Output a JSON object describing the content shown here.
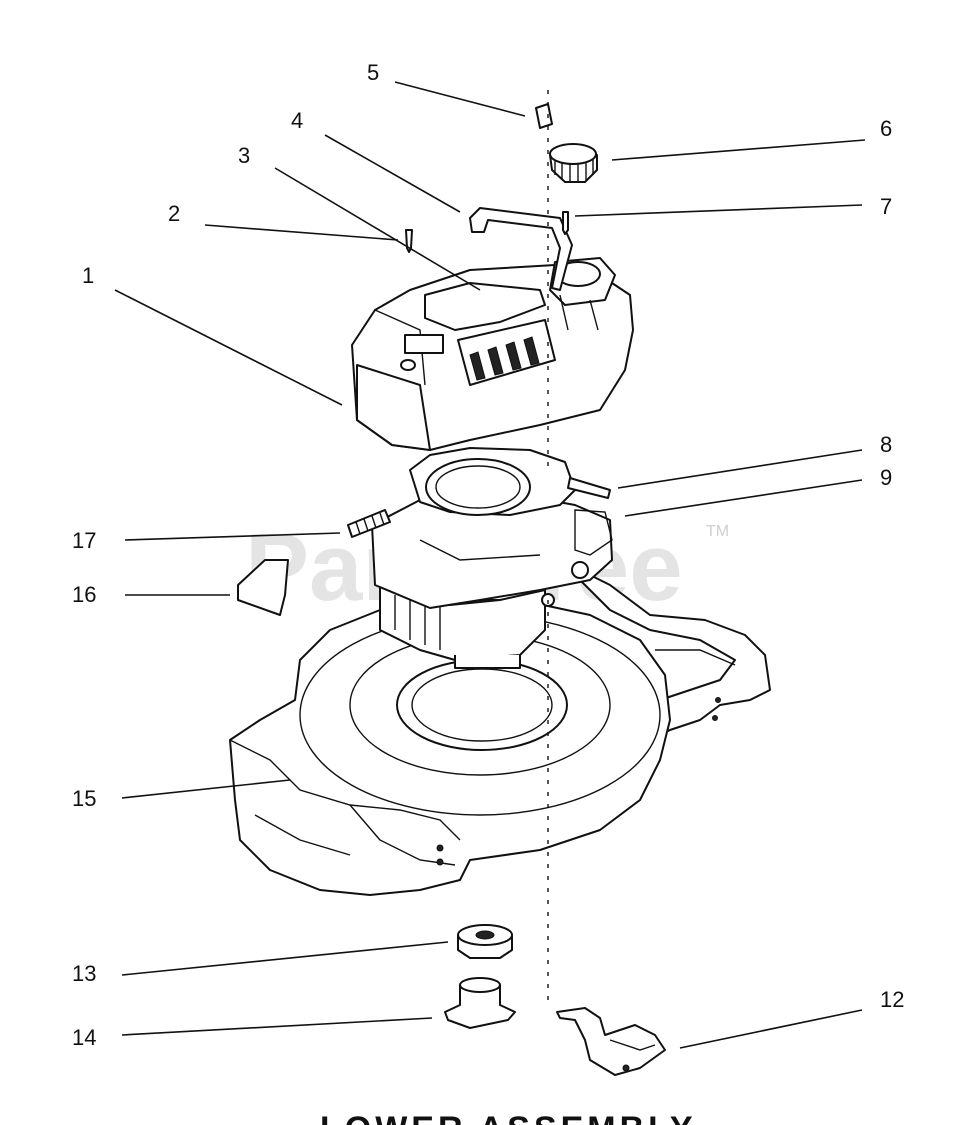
{
  "watermark": {
    "text": "PartsTree",
    "tm": "TM"
  },
  "callouts": {
    "c1": "1",
    "c2": "2",
    "c3": "3",
    "c4": "4",
    "c5": "5",
    "c6": "6",
    "c7": "7",
    "c8": "8",
    "c9": "9",
    "c12": "12",
    "c13": "13",
    "c14": "14",
    "c15": "15",
    "c16": "16",
    "c17": "17"
  },
  "footer": {
    "text": "LOWER ASSEMBLY"
  }
}
